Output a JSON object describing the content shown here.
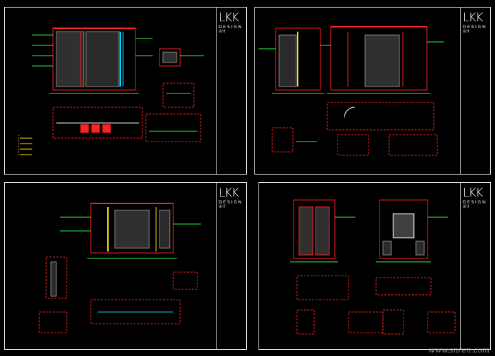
{
  "app": {
    "title": "LKK Design CAD drawing sheets"
  },
  "sheets": [
    {
      "id": "sheet-1",
      "logo": "LKK",
      "logo_sub": "DESIGN",
      "logo_cn": "设计"
    },
    {
      "id": "sheet-2",
      "logo": "LKK",
      "logo_sub": "DESIGN",
      "logo_cn": "设计"
    },
    {
      "id": "sheet-3",
      "logo": "LKK",
      "logo_sub": "DESIGN",
      "logo_cn": "设计"
    },
    {
      "id": "sheet-4",
      "logo": "LKK",
      "logo_sub": "DESIGN",
      "logo_cn": "设计"
    }
  ],
  "watermark": "www.snren.com",
  "colors": {
    "background": "#000000",
    "frame": "#e8e8e8",
    "wall_red": "#ff2020",
    "dim_green": "#20ff40",
    "annotation_yellow": "#ffe000",
    "cyan": "#00d8ff",
    "orange": "#ff8c00"
  }
}
